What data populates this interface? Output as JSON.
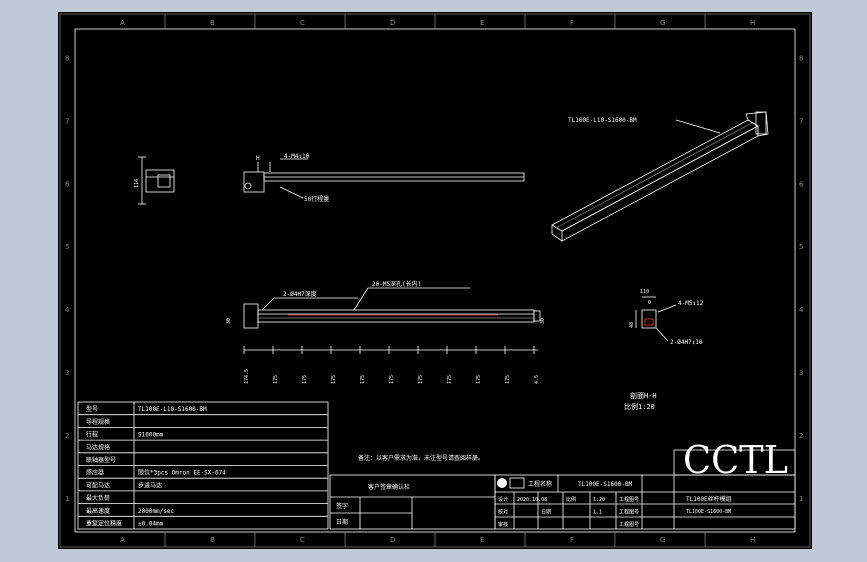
{
  "frame": {
    "zones_top": [
      "A",
      "B",
      "C",
      "D",
      "E",
      "F",
      "G",
      "H"
    ],
    "zones_side": [
      "8",
      "7",
      "6",
      "5",
      "4",
      "3",
      "2",
      "1"
    ]
  },
  "views": {
    "iso_label": "TL100E-L10-S1600-BM",
    "side_dim": "114",
    "top_hole_note": "4-M4↧10",
    "top_h_mark": "H",
    "top_callout": "50行程量",
    "front_left_note": "2-Ø4H7深度",
    "front_mid_note": "20-M5深孔(长内)",
    "front_dims": [
      "174.5",
      "175",
      "175",
      "175",
      "175",
      "175",
      "175",
      "175",
      "175",
      "175",
      "4.5"
    ],
    "front_left_dim": "30",
    "front_right_dim": "30",
    "section_dim_top": "110",
    "section_dim_0": "0",
    "section_note1": "4-M5↧12",
    "section_note2": "2-Ø4H7↧10",
    "section_dim_left": "48",
    "section_title": "剖面H-H",
    "section_scale": "比例1:20"
  },
  "specs": {
    "rows": [
      {
        "label": "型号",
        "value": "TL100E-L10-S1600-BM"
      },
      {
        "label": "导程规格",
        "value": ""
      },
      {
        "label": "行程",
        "value": "S1600mm"
      },
      {
        "label": "马达规格",
        "value": ""
      },
      {
        "label": "联轴器型号",
        "value": ""
      },
      {
        "label": "感应器",
        "value": "限位*3pcs Omron EE-SX-674"
      },
      {
        "label": "可配马达",
        "value": "步进马达"
      },
      {
        "label": "最大负荷",
        "value": ""
      },
      {
        "label": "最高速度",
        "value": "2000mm/sec"
      },
      {
        "label": "重复定位精度",
        "value": "±0.04mm"
      }
    ]
  },
  "notes": {
    "remark": "备注：以客户需求为准，未注型号请查阅样册。",
    "confirm_title": "客户签章确认栏",
    "sign_label": "签字",
    "date_label": "日期"
  },
  "title_block": {
    "drawing_no_label": "工程名称",
    "drawing_no": "TL100E-S1600-BM",
    "brand": "CCTL",
    "product_name": "TL100E丝杆模组",
    "product_code": "TL100E-S1600-BM",
    "cells": {
      "r1": [
        "设计",
        "2020.10.08",
        "",
        "比例",
        "1:20",
        "工程图号",
        ""
      ],
      "r2": [
        "校对",
        "",
        "日期",
        "",
        "1.1",
        "工程图号",
        ""
      ],
      "r3": [
        "审核",
        "",
        "",
        "",
        "",
        "工程图号",
        ""
      ]
    }
  }
}
